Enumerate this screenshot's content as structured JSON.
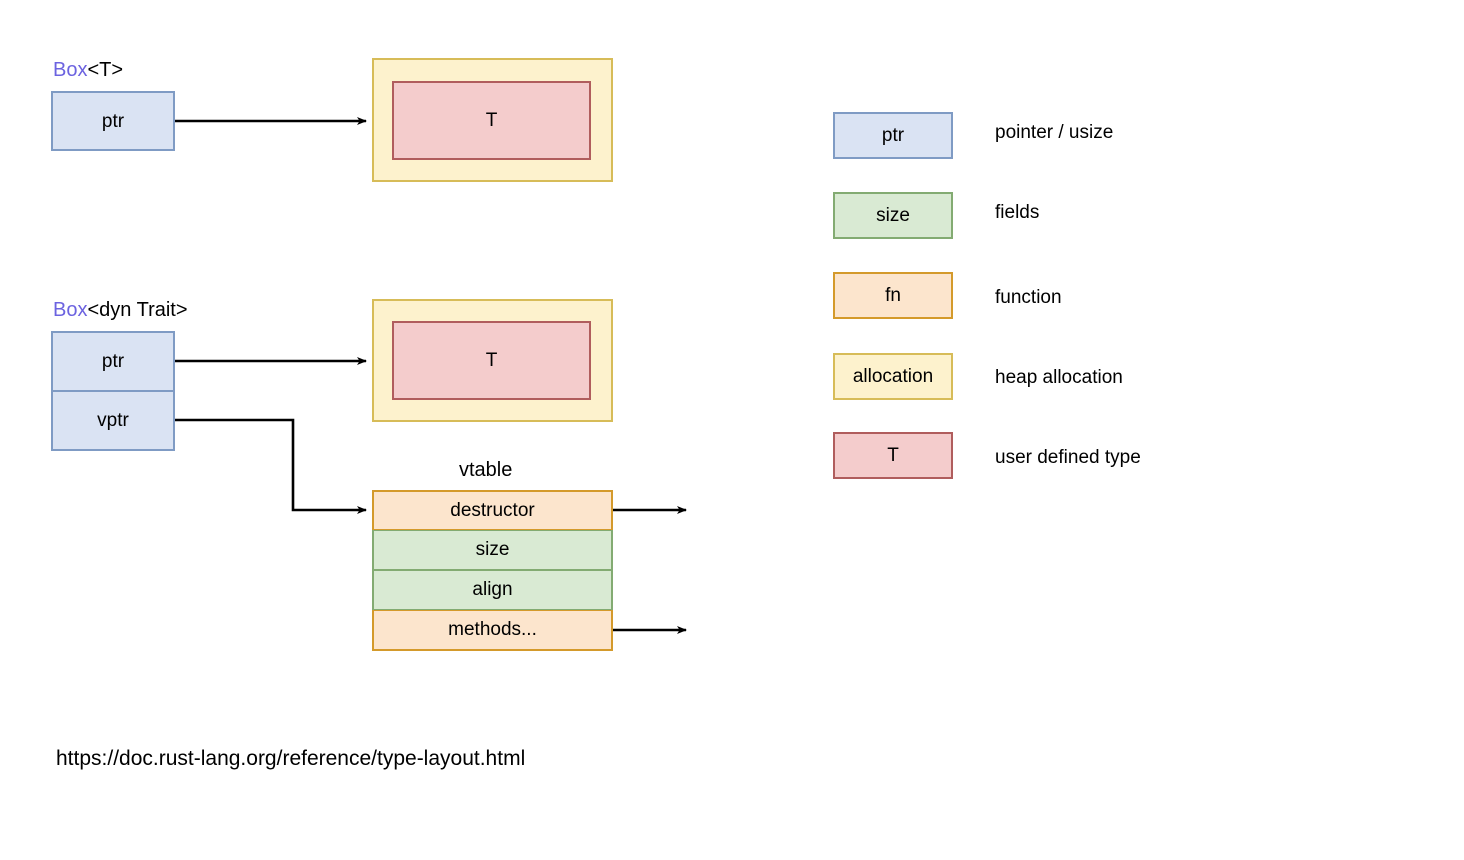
{
  "diagram": {
    "title_box_t": {
      "keyword": "Box",
      "rest": "<T>"
    },
    "title_box_dyn": {
      "keyword": "Box",
      "rest": "<dyn Trait>"
    },
    "vtable_title": "vtable",
    "url": "https://doc.rust-lang.org/reference/type-layout.html",
    "box_t": {
      "ptr_label": "ptr",
      "alloc_inner_label": "T"
    },
    "box_dyn": {
      "ptr_label": "ptr",
      "vptr_label": "vptr",
      "alloc_inner_label": "T"
    },
    "vtable_rows": [
      {
        "label": "destructor",
        "kind": "fn",
        "has_pointer": true
      },
      {
        "label": "size",
        "kind": "field",
        "has_pointer": false
      },
      {
        "label": "align",
        "kind": "field",
        "has_pointer": false
      },
      {
        "label": "methods...",
        "kind": "fn",
        "has_pointer": true
      }
    ]
  },
  "legend": {
    "items": [
      {
        "swatch": "ptr",
        "kind": "ptr",
        "description": "pointer / usize"
      },
      {
        "swatch": "size",
        "kind": "field",
        "description": "fields"
      },
      {
        "swatch": "fn",
        "kind": "fn",
        "description": "function"
      },
      {
        "swatch": "allocation",
        "kind": "alloc",
        "description": "heap allocation"
      },
      {
        "swatch": "T",
        "kind": "udt",
        "description": "user defined type"
      }
    ]
  },
  "colors": {
    "ptr_fill": "#dae3f3",
    "ptr_stroke": "#7f9bc4",
    "field_fill": "#d9ead3",
    "field_stroke": "#83ab72",
    "fn_fill": "#fce5cd",
    "fn_stroke": "#d49a2b",
    "alloc_fill": "#fdf2cd",
    "alloc_stroke": "#d7bc58",
    "udt_fill": "#f4cccc",
    "udt_stroke": "#b05d5d",
    "keyword": "#6c63e0",
    "wire": "#000000",
    "background": "#ffffff"
  }
}
